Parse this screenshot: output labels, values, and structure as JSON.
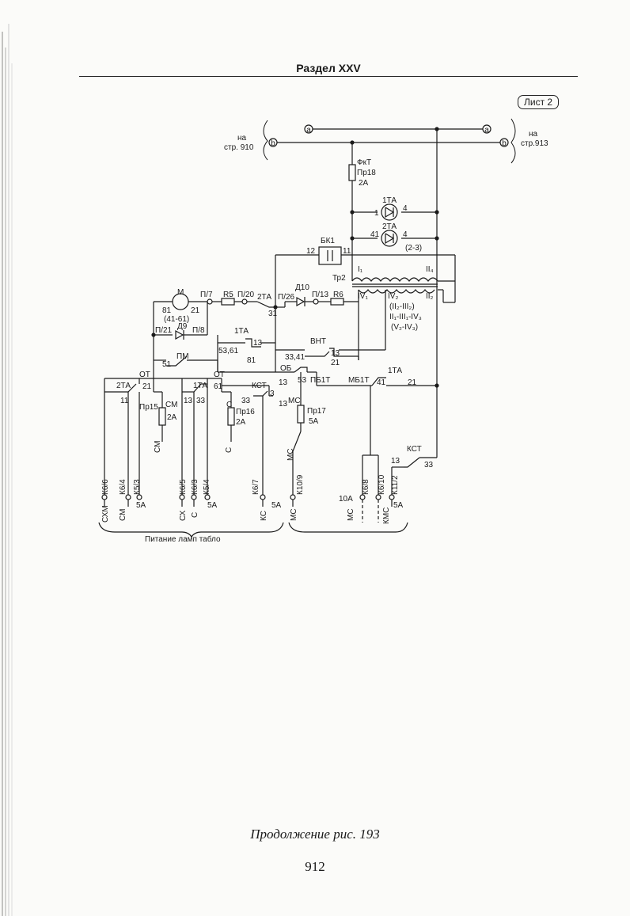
{
  "header": {
    "title": "Раздел XXV"
  },
  "sheet_label": "Лист 2",
  "buses": {
    "a": "a",
    "b": "b",
    "left_ref_1": "на",
    "left_ref_2": "стр. 910",
    "right_ref_1": "на",
    "right_ref_2": "стр.913"
  },
  "fuses": {
    "fkt": "ФкТ",
    "pr18": "Пр18",
    "pr18_rating": "2А",
    "pr15": "Пр15",
    "pr15_rating": "2А",
    "pr16": "Пр16",
    "pr16_rating": "2А",
    "pr17": "Пр17",
    "pr17_rating": "5А"
  },
  "lamps": {
    "ta1": "1ТА",
    "ta1_in": "1",
    "ta1_out": "4",
    "ta2": "2ТА",
    "ta2_in": "41",
    "ta2_out": "4",
    "ta2_note": "(2-3)"
  },
  "capacitor": {
    "name": "БК1",
    "left": "12",
    "right": "11"
  },
  "transformer": {
    "name": "Тр2",
    "i1": "I₁",
    "ii4": "II₄",
    "iv1": "IV₁",
    "iv2": "IV₂",
    "ii2": "II₂",
    "note1": "(II₂-III₂)",
    "note2": "II₁-III₁-IV₃",
    "note3": "(V₂-IV₃)"
  },
  "motor": {
    "name": "M",
    "t81": "81",
    "t21": "21",
    "note": "(41-61)",
    "p7": "П/7",
    "r5": "R5",
    "p20": "П/20",
    "ta2": "2ТА",
    "t31": "31",
    "p26": "П/26",
    "d10": "Д10",
    "p13": "П/13",
    "r6": "R6",
    "p21": "П/21",
    "d9": "Д9",
    "p8": "П/8"
  },
  "relays": {
    "ta1": "1ТА",
    "t53_61": "53,61",
    "t13a": "13",
    "t81": "81",
    "vnt": "ВНТ",
    "t33_41": "33,41",
    "t13b": "13",
    "t21a": "21",
    "pm": "ПМ",
    "t51": "51",
    "ob": "ОБ",
    "t13c": "13",
    "t53": "53",
    "pb1t": "ПБ1Т",
    "mb1t": "МБ1Т",
    "t41": "41",
    "ta1b": "1ТА",
    "t21b": "21"
  },
  "contacts": {
    "ot1": "ОТ",
    "ta2": "2ТА",
    "t21": "21",
    "t11": "11",
    "ot2": "ОТ",
    "ta1": "1ТА",
    "t61": "61",
    "t13": "13",
    "t33": "33",
    "kst": "КСТ",
    "kst_33": "33",
    "kst_3": "3",
    "kst_13": "13",
    "sm": "СМ",
    "s": "С",
    "sm_v": "СМ",
    "s_v": "С",
    "ms": "МС",
    "ms_v": "МС",
    "kst2": "КСТ",
    "kst2_13": "13",
    "kst2_33": "33"
  },
  "terminals": {
    "k6_6": "К6/6",
    "k6_4": "К6/4",
    "k5_3": "К5/3",
    "k6_5": "К6/5",
    "k6_3": "К6/3",
    "k5_4": "К5/4",
    "k6_7": "К6/7",
    "k10_9": "К10/9",
    "k6_8": "К6/8",
    "k6_10": "К6/10",
    "k11_2": "К11/2",
    "a5_1": "5А",
    "a5_2": "5А",
    "a5_3": "5А",
    "a5_4": "5А",
    "a10": "10А"
  },
  "loads": {
    "sxm": "СХМ",
    "sm": "СМ",
    "sx": "СХ",
    "s": "С",
    "ks": "КС",
    "ms1": "МС",
    "ms2": "МС",
    "kms": "КМС"
  },
  "group_label": "Питание ламп табло",
  "caption": "Продолжение рис. 193",
  "page_number": "912"
}
